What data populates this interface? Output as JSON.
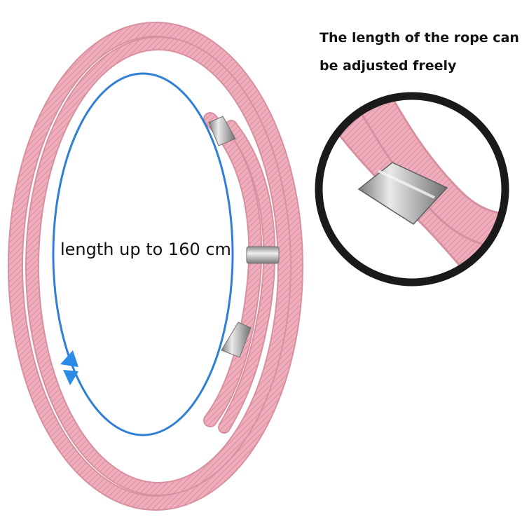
{
  "annotations": {
    "adjust_line_1": "The length of the rope can",
    "adjust_line_2": "be adjusted freely",
    "length_label": "length up to 160 cm"
  },
  "colors": {
    "rope": "#f0aebd",
    "rope_shadow": "#d8909f",
    "rope_highlight": "#fbd3dc",
    "measure_line": "#2f7fd6",
    "arrow": "#2b8be6",
    "metal": "#c9c9c9",
    "metal_dark": "#8a8a8a",
    "zoom_ring": "#1a1a1a"
  },
  "icons": {
    "measure_arrows": "double-arrow-icon",
    "slider_clasp": "metal-clasp-icon"
  }
}
